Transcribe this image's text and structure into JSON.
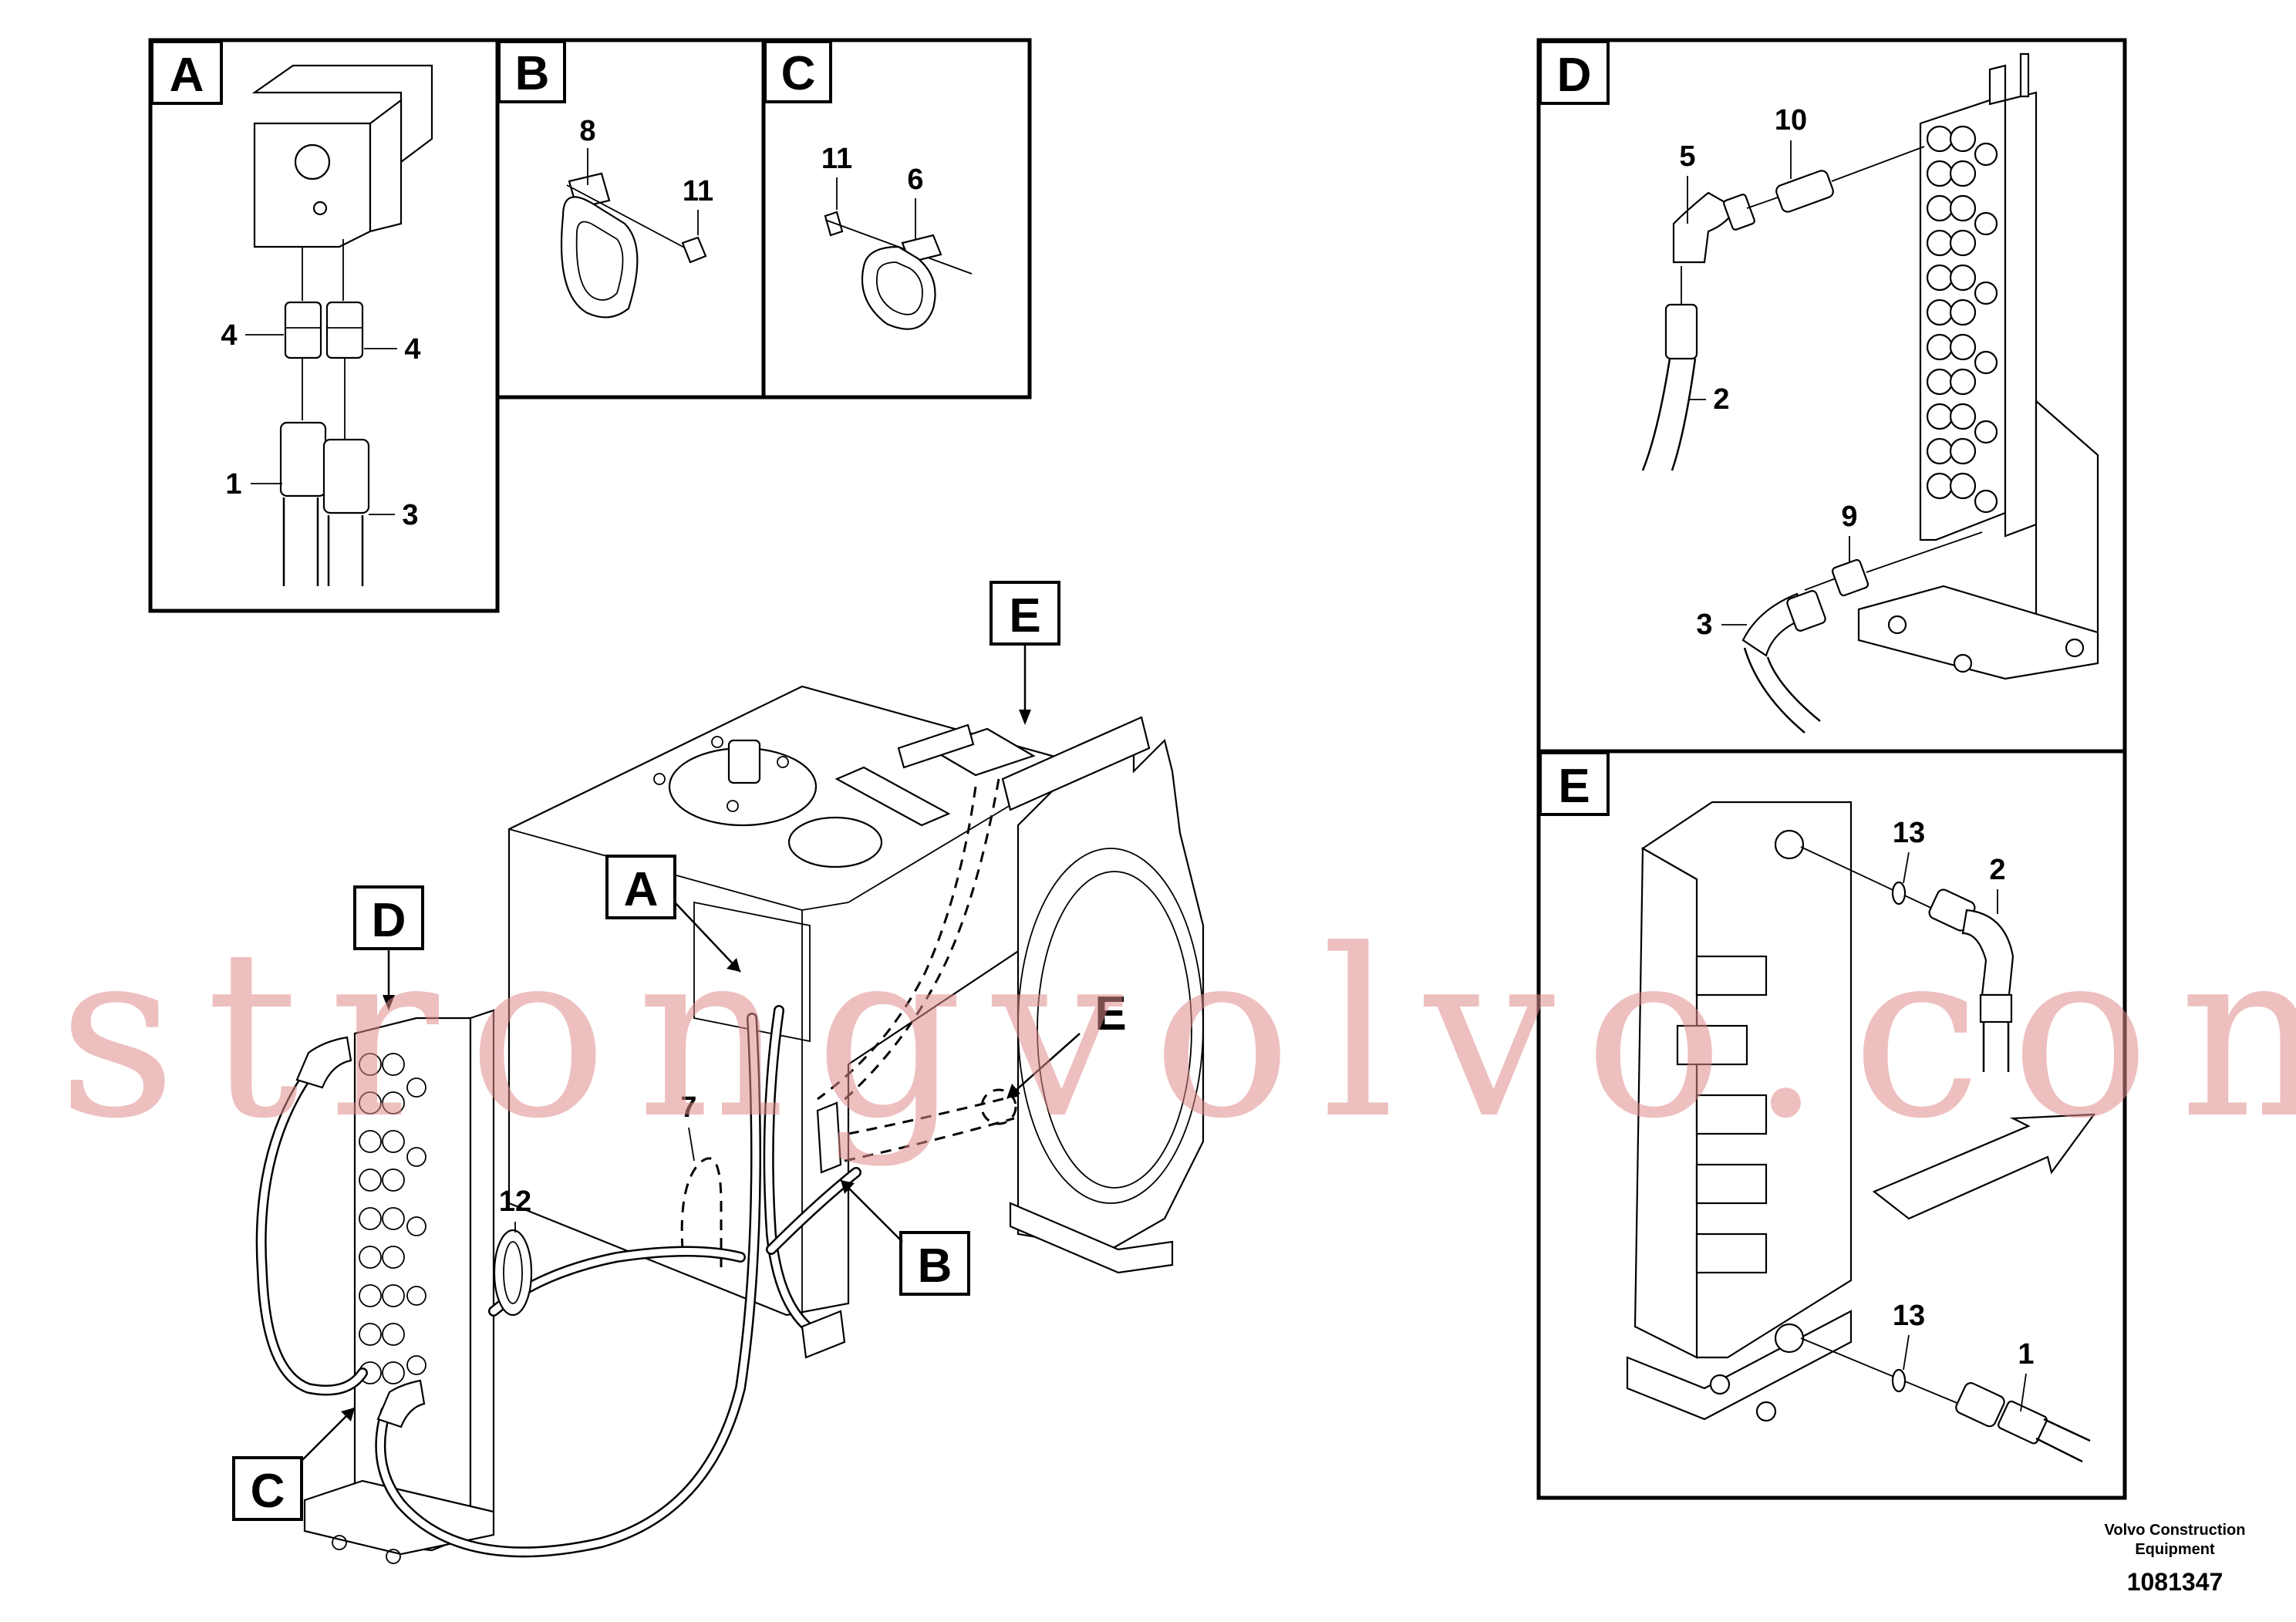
{
  "detail_boxes": [
    {
      "letter": "A"
    },
    {
      "letter": "B"
    },
    {
      "letter": "C"
    },
    {
      "letter": "D"
    },
    {
      "letter": "E"
    }
  ],
  "main_tags": {
    "a": "A",
    "b": "B",
    "c": "C",
    "d": "D",
    "e_top": "E",
    "e_mid": "E"
  },
  "part_numbers": {
    "a_4_left": "4",
    "a_4_right": "4",
    "a_1": "1",
    "a_3": "3",
    "b_8": "8",
    "b_11": "11",
    "c_11": "11",
    "c_6": "6",
    "d_5": "5",
    "d_10": "10",
    "d_2": "2",
    "d_9": "9",
    "d_3": "3",
    "e_13_top": "13",
    "e_2": "2",
    "e_13_bottom": "13",
    "e_1": "1",
    "main_7": "7",
    "main_12": "12"
  },
  "watermark": "strongvolvo.com",
  "credit": {
    "line1": "Volvo Construction",
    "line2": "Equipment",
    "doc_number": "1081347"
  }
}
